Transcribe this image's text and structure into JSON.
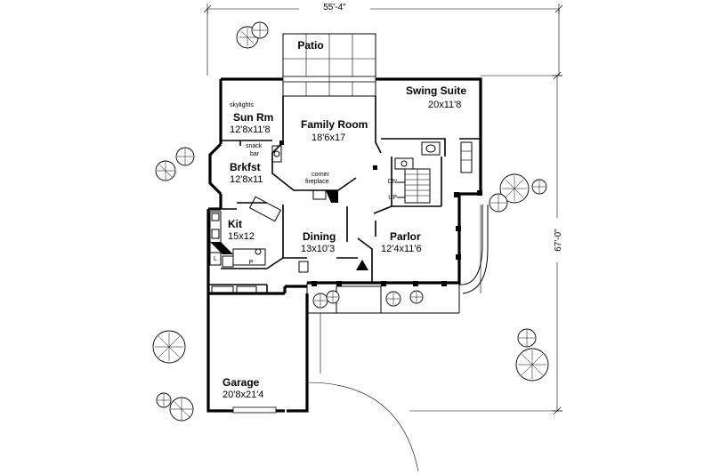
{
  "plan": {
    "overall_width": "55'-4\"",
    "overall_depth": "67'-0\"",
    "rooms": {
      "patio": {
        "name": "Patio"
      },
      "sun_room": {
        "name": "Sun Rm",
        "size": "12'8x11'8"
      },
      "family_room": {
        "name": "Family Room",
        "size": "18'6x17"
      },
      "swing_suite": {
        "name": "Swing Suite",
        "size": "20x11'8"
      },
      "breakfast": {
        "name": "Brkfst",
        "size": "12'8x11"
      },
      "kitchen": {
        "name": "Kit",
        "size": "15x12"
      },
      "dining": {
        "name": "Dining",
        "size": "13x10'3"
      },
      "parlor": {
        "name": "Parlor",
        "size": "12'4x11'6"
      },
      "garage": {
        "name": "Garage",
        "size": "20'8x21'4"
      }
    },
    "notes": {
      "skylights": "skylights",
      "snack_bar_1": "snack",
      "snack_bar_2": "bar",
      "corner_fireplace_1": "corner",
      "corner_fireplace_2": "fireplace",
      "stair_down": "DN",
      "stair_up": "UP",
      "appliance_l": "L",
      "appliance_p": "P"
    }
  }
}
